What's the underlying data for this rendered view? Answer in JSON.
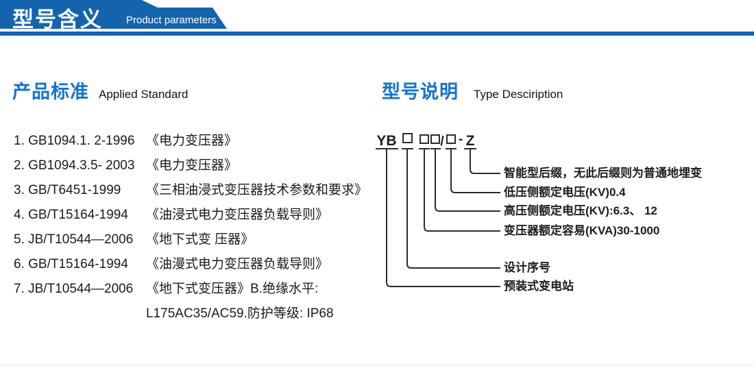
{
  "colors": {
    "banner_blue": "#1464ad",
    "heading_blue": "#1273cf",
    "text_dark": "#1a1a1a",
    "diagram_line": "#2b2b2b"
  },
  "banner": {
    "title": "型号含义",
    "subtitle": "Product parameters"
  },
  "left": {
    "heading_cn": "产品标准",
    "heading_en": "Applied Standard",
    "items": [
      {
        "code": "1. GB1094.1. 2-1996",
        "title": "《电力变压器》"
      },
      {
        "code": "2. GB1094.3.5- 2003",
        "title": "《电力变压器》"
      },
      {
        "code": "3. GB/T6451-1999",
        "title": "《三相油浸式变压器技术参数和要求》"
      },
      {
        "code": "4. GB/T15164-1994",
        "title": "《油浸式电力变压器负载导则》"
      },
      {
        "code": "5. JB/T10544—2006",
        "title": "《地下式变 压器》"
      },
      {
        "code": "6. GB/T15164-1994",
        "title": "《油漫式电力变压器负载导则》"
      },
      {
        "code": "7. JB/T10544—2006",
        "title": "《地下式变压器》B.绝缘水平:"
      }
    ],
    "item7_line2": "L175AC35/AC59.防护等级: IP68"
  },
  "right": {
    "heading_cn": "型号说明",
    "heading_en": "Type Desciription",
    "model_code": "YB□ □□/□-Z",
    "model": {
      "p_yb": "YB",
      "p_slash": "/",
      "p_dash": "-",
      "p_z": "Z"
    },
    "labels": [
      {
        "text": "智能型后缀，无此后缀则为普通地埋变"
      },
      {
        "text": "低压侧额定电压(KV)0.4"
      },
      {
        "text": "高压侧额定电压(KV):6.3、 12"
      },
      {
        "text": "变压器额定容易(KVA)30-1000"
      },
      {
        "text": "设计序号"
      },
      {
        "text": "预装式变电站"
      }
    ]
  }
}
